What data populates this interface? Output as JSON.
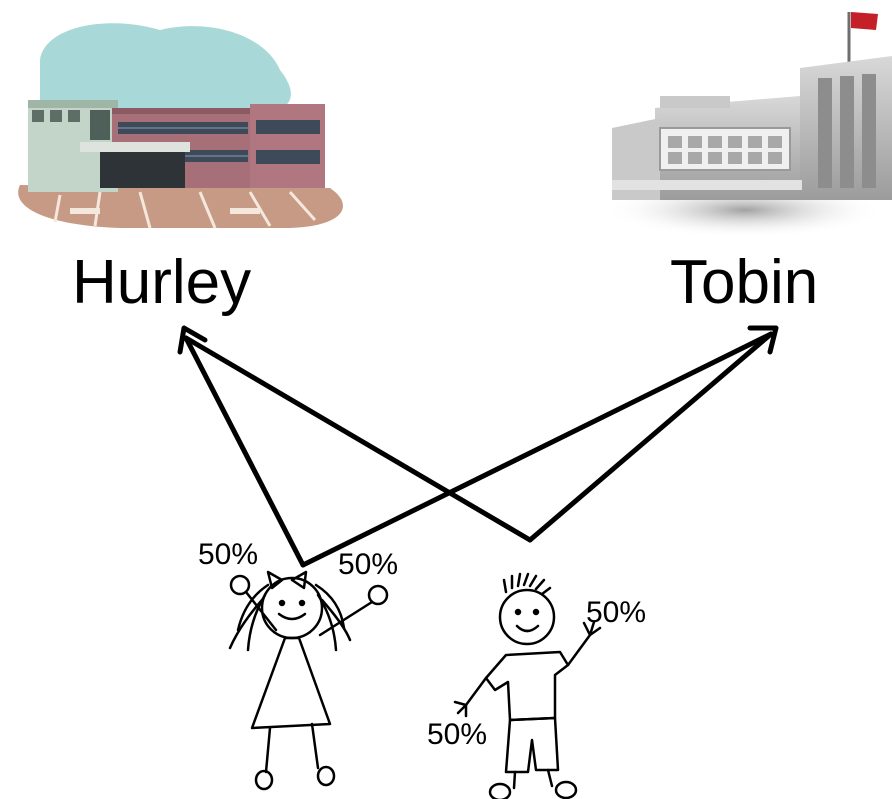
{
  "schools": {
    "left": {
      "name": "Hurley",
      "icon": "school-building-icon"
    },
    "right": {
      "name": "Tobin",
      "icon": "school-building-flag-icon"
    }
  },
  "children": {
    "girl": {
      "icon": "girl-stick-figure-icon",
      "probability_left": "50%",
      "probability_right": "50%"
    },
    "boy": {
      "icon": "boy-stick-figure-icon",
      "probability_upper": "50%",
      "probability_lower": "50%"
    }
  },
  "colors": {
    "arrow": "#000000",
    "left_school_wall": "#a8707a",
    "left_school_backdrop": "#a8d6d6",
    "right_school_wall": "#b9b9b9"
  }
}
